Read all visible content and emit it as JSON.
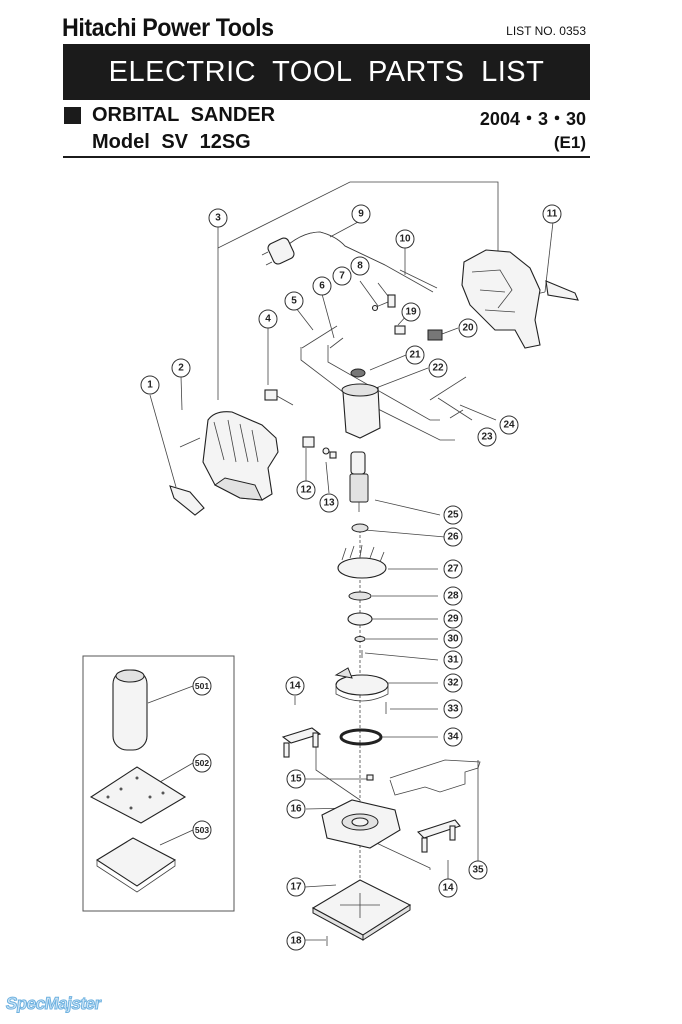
{
  "header": {
    "brand": "Hitachi Power Tools",
    "list_no": "LIST NO. 0353",
    "banner": "ELECTRIC TOOL PARTS LIST",
    "product": "ORBITAL SANDER",
    "date": "2004・3・30",
    "model": "Model SV 12SG",
    "region_code": "(E1)"
  },
  "diagram": {
    "callouts": [
      "1",
      "2",
      "3",
      "4",
      "5",
      "6",
      "7",
      "8",
      "9",
      "10",
      "11",
      "12",
      "13",
      "14",
      "14",
      "15",
      "16",
      "17",
      "18",
      "19",
      "20",
      "21",
      "22",
      "23",
      "24",
      "25",
      "26",
      "27",
      "28",
      "29",
      "30",
      "31",
      "32",
      "33",
      "34",
      "35"
    ],
    "accessory_callouts": [
      "501",
      "502",
      "503"
    ]
  },
  "watermark": "SpecMajster"
}
